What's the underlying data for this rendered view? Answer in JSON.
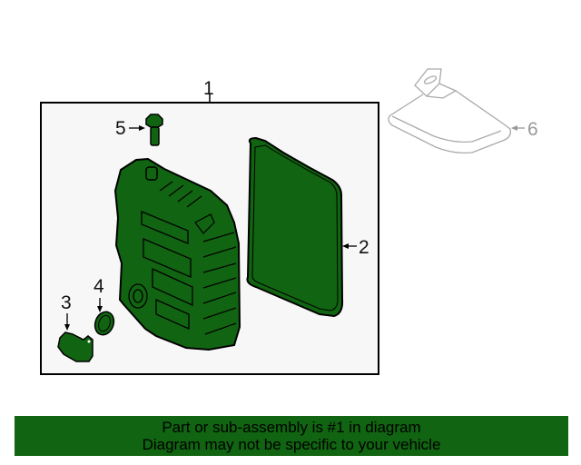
{
  "diagram": {
    "callouts": [
      {
        "id": "1",
        "label": "1",
        "part": "assembly-box"
      },
      {
        "id": "2",
        "label": "2",
        "part": "pan-gasket"
      },
      {
        "id": "3",
        "label": "3",
        "part": "bracket"
      },
      {
        "id": "4",
        "label": "4",
        "part": "o-ring"
      },
      {
        "id": "5",
        "label": "5",
        "part": "bolt"
      },
      {
        "id": "6",
        "label": "6",
        "part": "filter-reference"
      }
    ],
    "colors": {
      "part_fill": "#116411",
      "outline": "#000000",
      "box_fill": "#f7f7f7",
      "ghost_outline": "#aaaaaa",
      "banner_bg": "#116411"
    }
  },
  "banner": {
    "line1": "Part or sub-assembly is #1 in diagram",
    "line2": "Diagram may not be specific to your vehicle"
  }
}
